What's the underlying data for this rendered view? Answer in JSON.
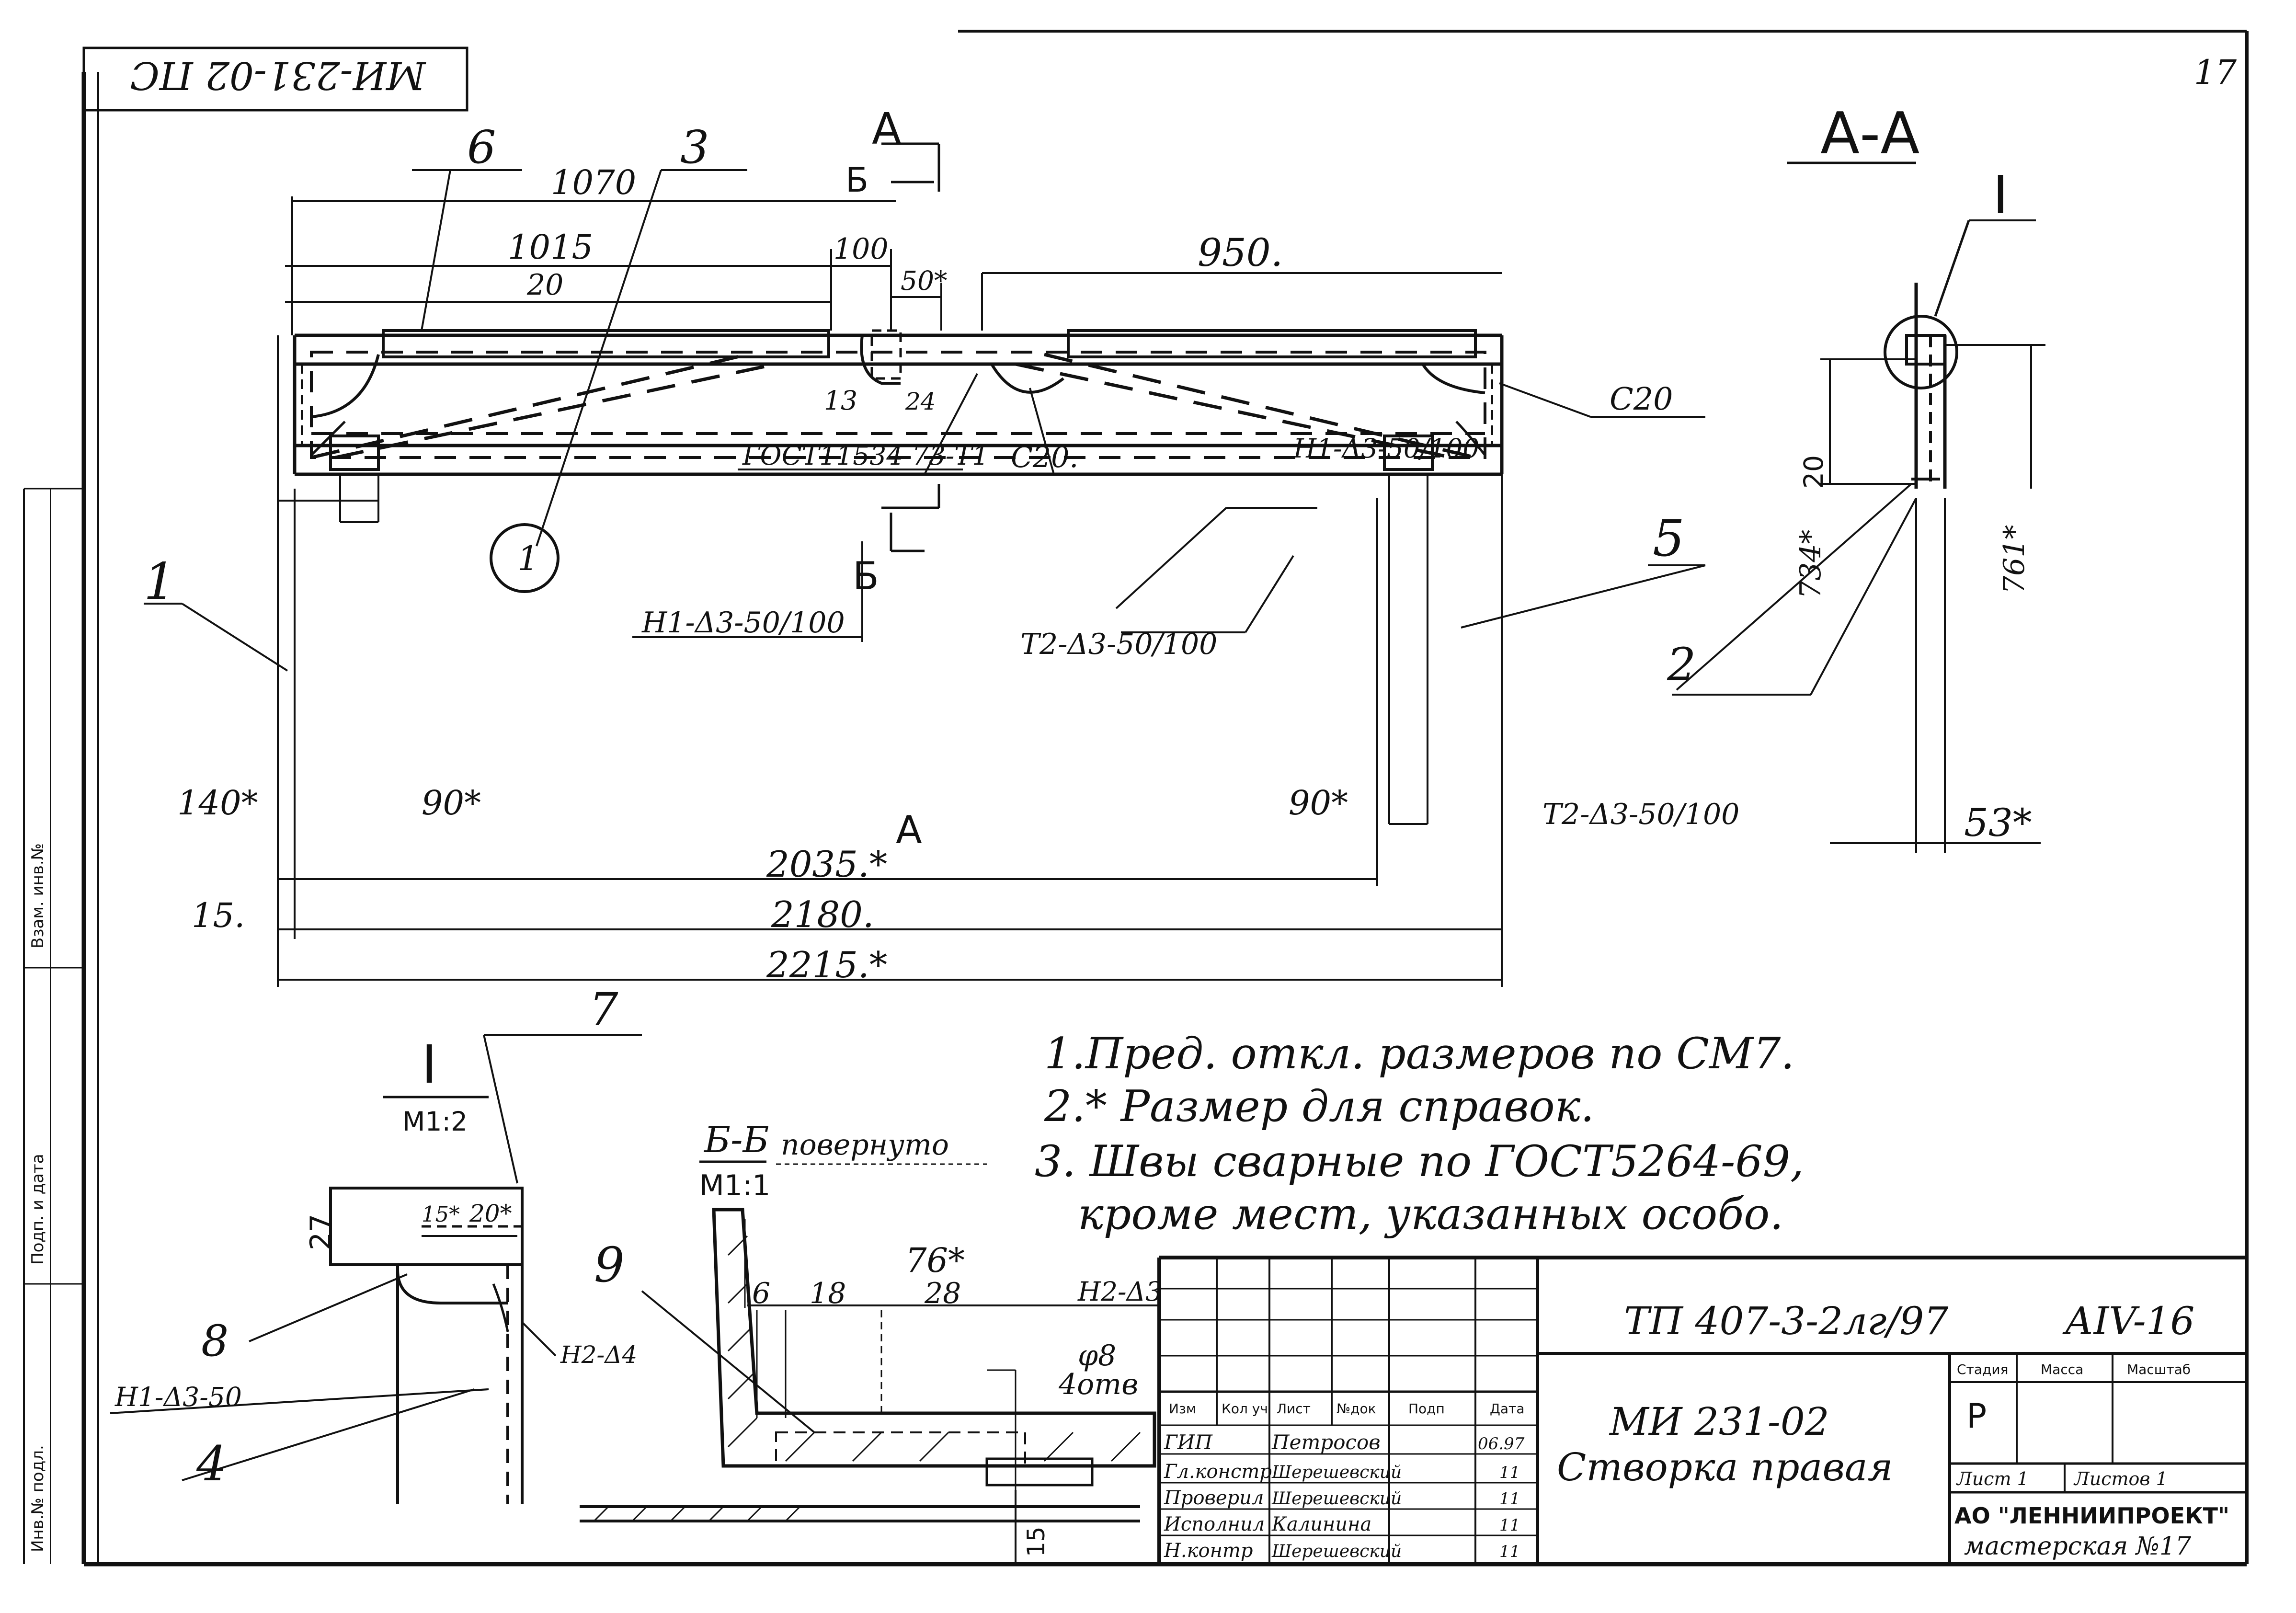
{
  "sheet": {
    "top_stamp": "МИ-231-02 ПС",
    "page_number": "17"
  },
  "main_view": {
    "callouts": [
      "1",
      "3",
      "5",
      "6"
    ],
    "dims": {
      "d1070": "1070",
      "d1015": "1015",
      "d100": "100",
      "d20": "20",
      "d50": "50*",
      "d950": "950.",
      "d13": "13",
      "d24": "24",
      "d140": "140*",
      "d90a": "90*",
      "d90b": "90*",
      "d2035": "2035.*",
      "d15": "15.",
      "d2180": "2180.",
      "d2215": "2215.*"
    },
    "welds": {
      "gost_label": "ГОСТ11534-73-Т1",
      "c20_mid": "С20.",
      "c20_right": "С20",
      "w_diag": "Н1-Δ3-50/100",
      "w_bottom": "Н1-Δ3-50/100",
      "w_t2": "Т2-Δ3-50/100"
    },
    "markers": {
      "A": "А",
      "B": "Б",
      "marker_1": "1"
    }
  },
  "section_aa": {
    "title": "А-А",
    "callout_i": "I",
    "d734": "734*",
    "d761": "761*",
    "d20": "20",
    "callout_2": "2",
    "weld": "Т2-Δ3-50/100",
    "d53": "53*"
  },
  "detail_i": {
    "title": "I",
    "scale": "М1:2",
    "callout_7": "7",
    "d27": "27",
    "d15": "15*",
    "d20": "20*",
    "callout_8": "8",
    "weld_h1": "Н1-Δ3-50",
    "weld_h2": "Н2-Δ4",
    "callout_4": "4"
  },
  "section_bb": {
    "title": "Б-Б",
    "rotated": "повернуто",
    "scale": "М1:1",
    "callout_9": "9",
    "d76": "76*",
    "d6": "6",
    "d18": "18",
    "d28": "28",
    "weld": "Н2-Δ3",
    "hole": "φ8",
    "hole_count": "4отв",
    "d15": "15"
  },
  "notes": [
    "1.Пред. откл. размеров по СМ7.",
    "2.* Размер для справок.",
    "3. Швы сварные по ГОСТ5264-69,",
    "кроме мест, указанных особо."
  ],
  "title_block": {
    "project": "ТП 407-3-2лг/97",
    "sheet_code": "АIV-16",
    "doc_code": "МИ 231-02",
    "doc_name": "Створка правая",
    "col_headers": [
      "Изм",
      "Кол уч",
      "Лист",
      "№док",
      "Подп",
      "Дата"
    ],
    "roles": [
      {
        "role": "ГИП",
        "name": "Петросов",
        "date": "06.97"
      },
      {
        "role": "Гл.констр",
        "name": "Шерешевский",
        "date": "11"
      },
      {
        "role": "Проверил",
        "name": "Шерешевский",
        "date": "11"
      },
      {
        "role": "Исполнил",
        "name": "Калинина",
        "date": "11"
      },
      {
        "role": "Н.контр",
        "name": "Шерешевский",
        "date": "11"
      }
    ],
    "stage_label": "Стадия",
    "mass_label": "Масса",
    "scale_label": "Масштаб",
    "stage_value": "Р",
    "sheet_label": "Лист 1",
    "sheets_label": "Листов 1",
    "org": "АО \"ЛЕННИИПРОЕКТ\"",
    "workshop": "мастерская №17"
  },
  "left_strip": {
    "labels": [
      "Инв.№ подл.",
      "Подп. и дата",
      "Взам. инв.№"
    ]
  }
}
